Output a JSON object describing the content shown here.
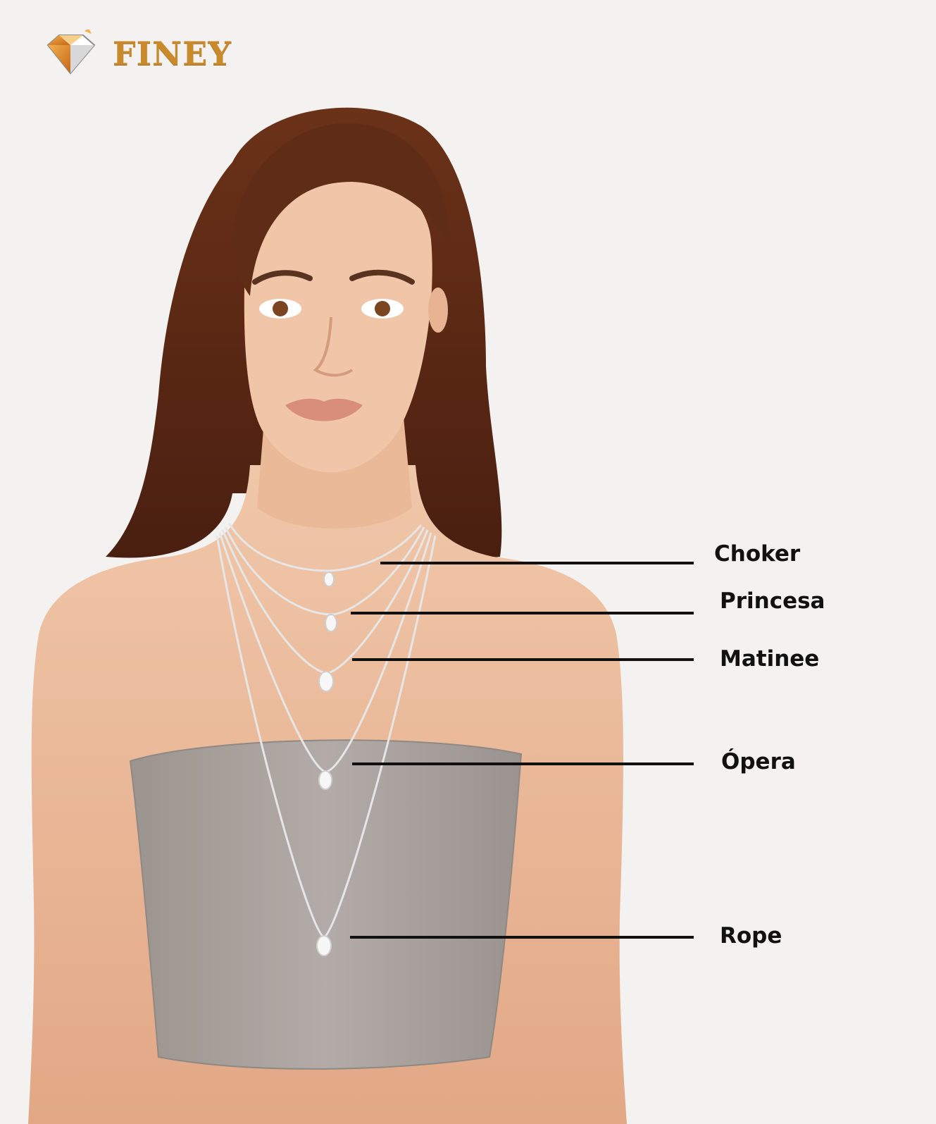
{
  "brand": {
    "name": "FINEY",
    "logo_icon": "diamond-logo-icon",
    "gold": "#c98a2b"
  },
  "necklace_lengths": [
    {
      "id": "choker",
      "label": "Choker"
    },
    {
      "id": "princesa",
      "label": "Princesa"
    },
    {
      "id": "matinee",
      "label": "Matinee"
    },
    {
      "id": "opera",
      "label": "Ópera"
    },
    {
      "id": "rope",
      "label": "Rope"
    }
  ],
  "colors": {
    "background": "#f3f2f1",
    "skin": "#e9b595",
    "hair": "#5a2a17",
    "top": "#a7a09c",
    "chain": "#e6e6e6",
    "leader_line": "#111111"
  }
}
